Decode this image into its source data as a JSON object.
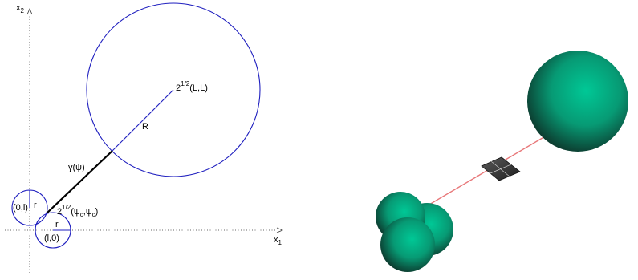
{
  "left_diagram": {
    "axis_x_label": "x",
    "axis_x_sub": "1",
    "axis_y_label": "x",
    "axis_y_sub": "2",
    "big_center_prefix": "2",
    "big_center_sup": "1/2",
    "big_center_suffix": "(L,L)",
    "big_radius_label": "R",
    "curve_label": "γ(ψ)",
    "contact_prefix": "2",
    "contact_sup": "1/2",
    "contact_open": "(ψ",
    "contact_sub1": "c",
    "contact_mid": ",ψ",
    "contact_sub2": "c",
    "contact_close": ")",
    "small_top_center": "(0,l)",
    "small_top_radius": "r",
    "small_bottom_center": "(l,0)",
    "small_bottom_radius": "r"
  },
  "right_render": {
    "sphere_color": "#00c896",
    "sphere_shadow": "#0a3a2c",
    "laser_color": "#e8787a",
    "plate_color": "#3a3a3a"
  }
}
